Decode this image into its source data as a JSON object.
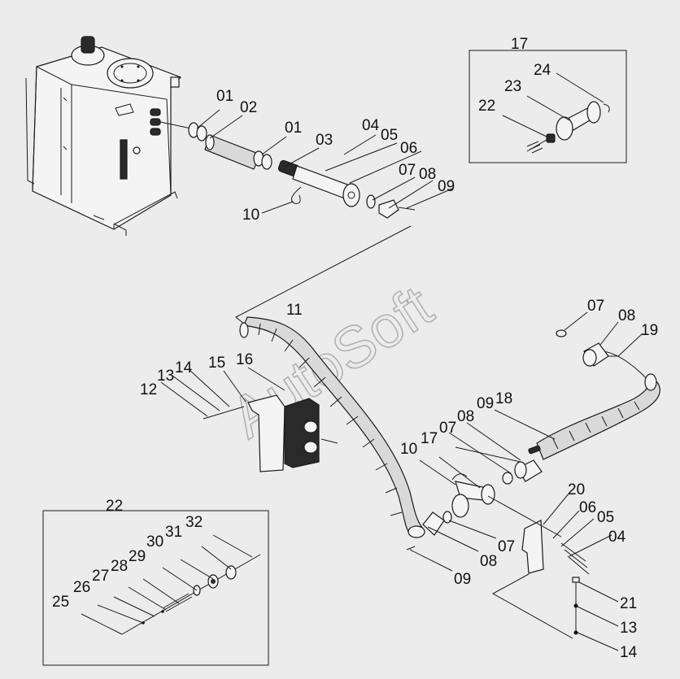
{
  "watermark": "AutoSoft",
  "callouts": {
    "c01a": "01",
    "c02": "02",
    "c01b": "01",
    "c03": "03",
    "c04a": "04",
    "c05a": "05",
    "c06a": "06",
    "c07a": "07",
    "c08a": "08",
    "c09a": "09",
    "c10a": "10",
    "c11": "11",
    "c12": "12",
    "c13a": "13",
    "c14a": "14",
    "c15": "15",
    "c16": "16",
    "c07b": "07",
    "c08b": "08",
    "c19": "19",
    "c18": "18",
    "c09b": "09",
    "c08c": "08",
    "c07c": "07",
    "c17b": "17",
    "c10b": "10",
    "c20": "20",
    "c06b": "06",
    "c05b": "05",
    "c04b": "04",
    "c07d": "07",
    "c08d": "08",
    "c09c": "09",
    "c21": "21",
    "c13b": "13",
    "c14b": "14",
    "c17a": "17",
    "c24": "24",
    "c23": "23",
    "c22a": "22",
    "c22b": "22",
    "c25": "25",
    "c26": "26",
    "c27": "27",
    "c28": "28",
    "c29": "29",
    "c30": "30",
    "c31": "31",
    "c32": "32"
  }
}
